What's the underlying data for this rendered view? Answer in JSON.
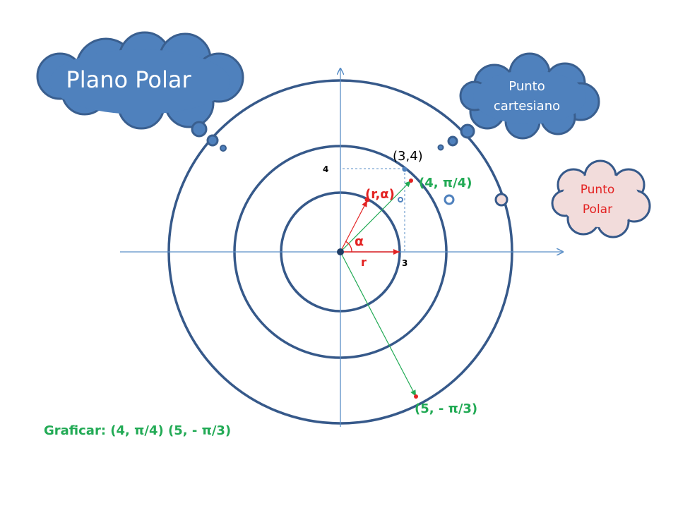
{
  "clouds": {
    "plano": "Plano Polar",
    "cartesiano_l1": "Punto",
    "cartesiano_l2": "cartesiano",
    "polar_l1": "Punto",
    "polar_l2": "Polar"
  },
  "labels": {
    "cart_point": "(3,4)",
    "tick_y": "4",
    "tick_x": "3",
    "generic_point": "(r,α)",
    "alpha": "α",
    "r": "r",
    "point_a": "(4, π/4)",
    "point_b": "(5, - π/3)"
  },
  "instruction": "Graficar: (4, π/4) (5, - π/3)",
  "colors": {
    "axis": "#5b8fc7",
    "circle": "#36598a",
    "cloud_blue": "#4f81bd",
    "cloud_blue_stroke": "#3a5f8f",
    "cloud_pink": "#f2dcdb",
    "red": "#e32222",
    "green": "#22aa55"
  }
}
